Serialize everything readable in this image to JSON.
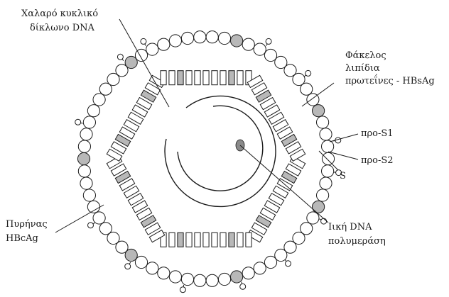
{
  "labels": {
    "circular_dna_1": "Χαλαρό κυκλικό",
    "circular_dna_2": "δίκλωνο DNA",
    "envelope_1": "Φάκελος",
    "envelope_2": "λιπίδια",
    "envelope_3": "πρωτεΐνες - HBsAg",
    "pre_s1": "προ-S1",
    "pre_s2": "προ-S2",
    "s": "S",
    "core_1": "Πυρήνας",
    "core_2": "HBcAg",
    "polymerase_1": "Ιική DNA",
    "polymerase_2": "πολυμεράση"
  },
  "colors": {
    "stroke": "#1a1a1a",
    "polymerase_fill": "#8a8a8a",
    "grey_subunit": "#b8b8b8",
    "background": "#ffffff"
  }
}
